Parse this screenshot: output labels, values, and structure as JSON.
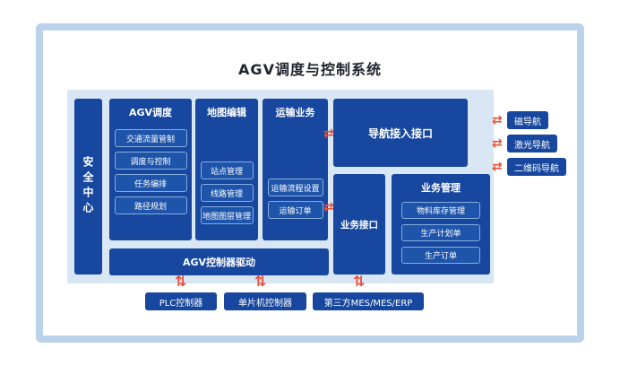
{
  "title": "AGV调度与控制系统",
  "security_center": {
    "label": "安全中心"
  },
  "columns": [
    {
      "header": "AGV调度",
      "items": [
        "交通流量管制",
        "调度与控制",
        "任务编排",
        "路径规划"
      ]
    },
    {
      "header": "地图编辑",
      "items": [
        "站点管理",
        "线路管理",
        "地图图层管理"
      ]
    },
    {
      "header": "运输业务",
      "items": [
        "运输流程设置",
        "运输订单"
      ]
    }
  ],
  "nav_interface": {
    "label": "导航接入接口"
  },
  "business_interface": {
    "label": "业务接口"
  },
  "business_management": {
    "header": "业务管理",
    "items": [
      "物料库存管理",
      "生产计划单",
      "生产订单"
    ]
  },
  "driver_bar": {
    "label": "AGV控制器驱动"
  },
  "external_nav": [
    "磁导航",
    "激光导航",
    "二维码导航"
  ],
  "external_bottom": [
    "PLC控制器",
    "单片机控制器",
    "第三方MES/MES/ERP"
  ],
  "icons": {
    "h_arrow": "⇄",
    "v_arrow": "⇅"
  },
  "colors": {
    "block_blue": "#17479e",
    "sub_item_blue": "#1e54aa",
    "sub_item_border": "#86aede",
    "panel_bg": "#d9e6f4",
    "frame_border": "#bad3ea",
    "arrow_red": "#e8503a"
  }
}
